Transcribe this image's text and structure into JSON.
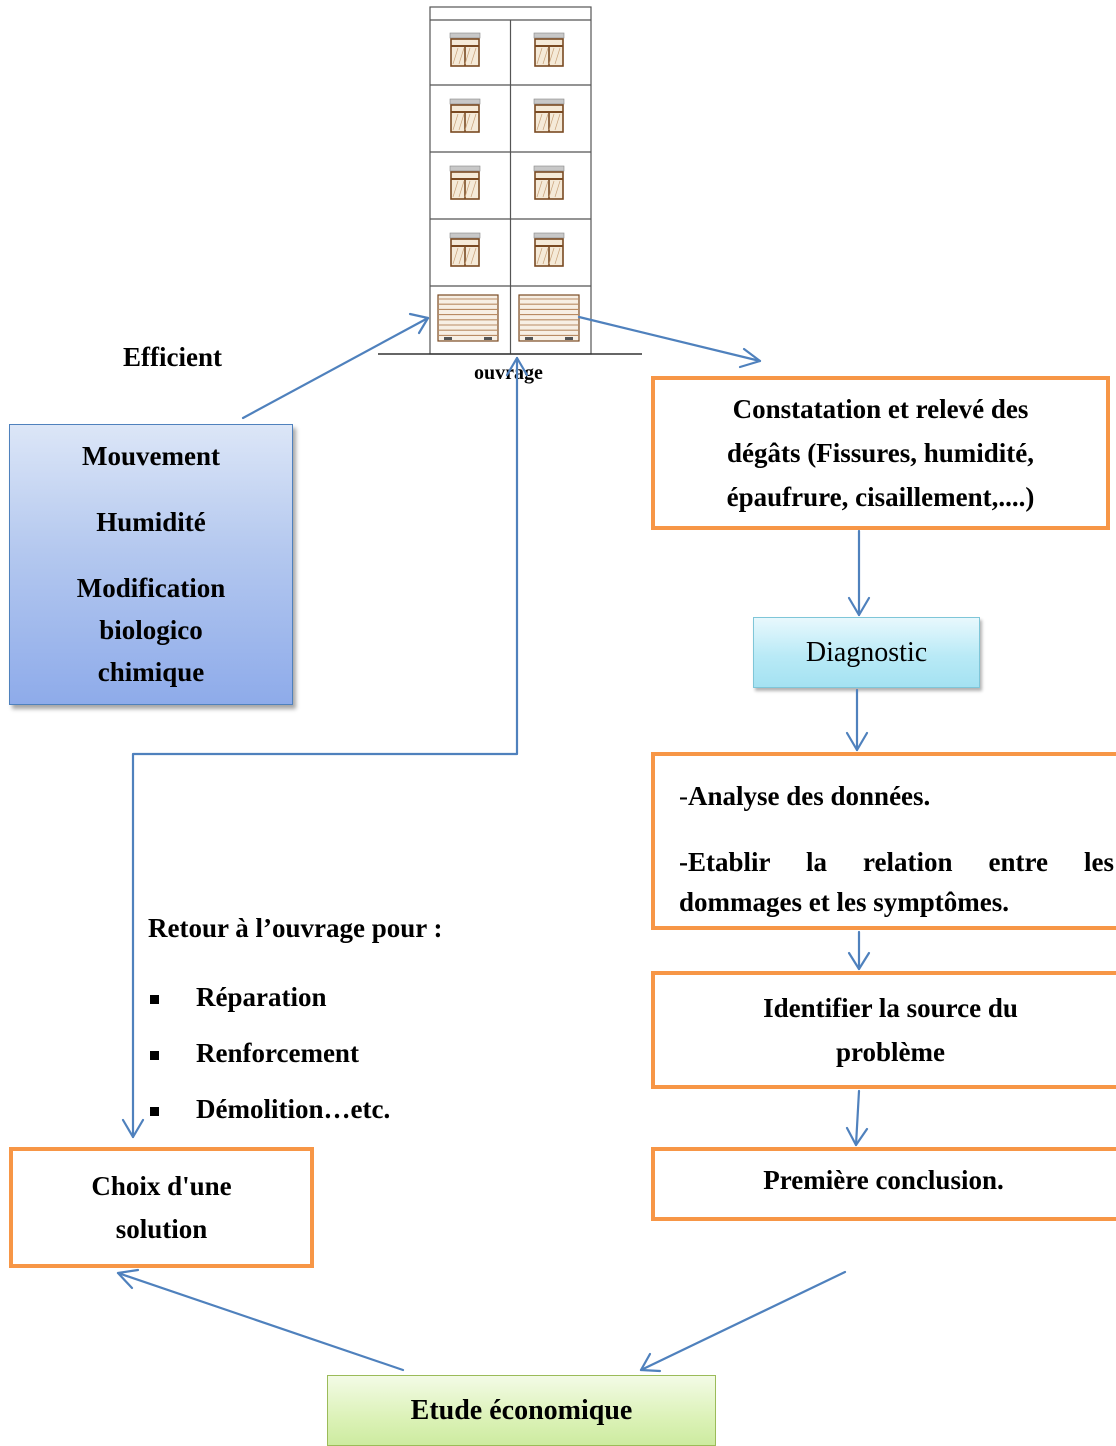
{
  "building": {
    "caption": "ouvrage"
  },
  "efficient_label": "Efficient",
  "causes": [
    "Mouvement",
    "Humidité",
    "Modification biologico chimique"
  ],
  "constatation": [
    "Constatation et relevé des",
    "dégâts (Fissures, humidité,",
    "épaufrure, cisaillement,....)"
  ],
  "diagnostic": "Diagnostic",
  "analyse": {
    "line1_dash": "-",
    "line1": "Analyse des données.",
    "line2a": "-Etablir la relation entre les",
    "line2b": "dommages et les symptômes."
  },
  "identifier": [
    "Identifier la source du",
    "problème"
  ],
  "premiere": "Première conclusion.",
  "retour": {
    "title": "Retour à l’ouvrage pour :",
    "items": [
      "Réparation",
      "Renforcement",
      "Démolition…etc."
    ]
  },
  "choix": [
    "Choix d'une",
    "solution"
  ],
  "etude": "Etude économique",
  "colors": {
    "arrow": "#4f81bd",
    "orange_border": "#f79646",
    "blue_box": "#b4c8ef",
    "cyan_box": "#b9eaf6",
    "green_box": "#dcf2b8",
    "window_frame": "#7a4a22"
  }
}
